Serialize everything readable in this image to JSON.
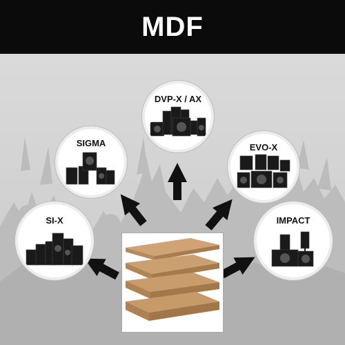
{
  "header": {
    "title": "MDF"
  },
  "products": [
    {
      "id": "dvp",
      "label": "DVP-X / AX",
      "icon": "speaker-system-icon"
    },
    {
      "id": "sigma",
      "label": "SIGMA",
      "icon": "speaker-system-icon"
    },
    {
      "id": "evo",
      "label": "EVO-X",
      "icon": "speaker-system-icon"
    },
    {
      "id": "six",
      "label": "SI-X",
      "icon": "speaker-system-icon"
    },
    {
      "id": "impact",
      "label": "IMPACT",
      "icon": "speaker-system-icon"
    }
  ],
  "center": {
    "icon": "mdf-board-stack-icon"
  },
  "colors": {
    "header_bg": "#0b0b0b",
    "header_text": "#ffffff",
    "background": "#d4d4d4",
    "crowd": "#b9b9b9",
    "arrow": "#111111",
    "board": "#c89a6a",
    "board_edge": "#a97c4f"
  }
}
